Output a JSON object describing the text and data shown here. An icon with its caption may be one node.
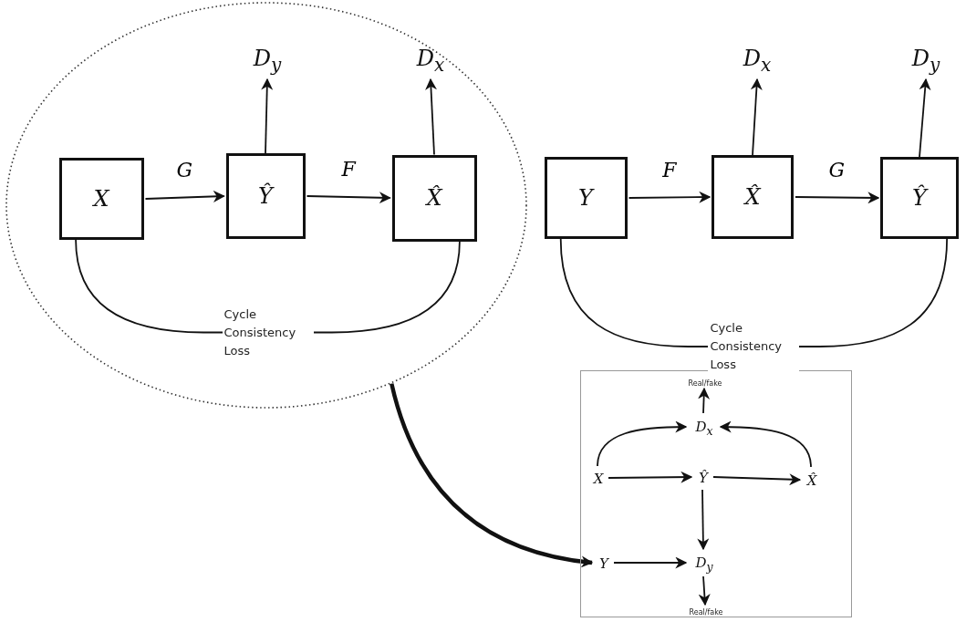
{
  "diagram": {
    "nodes": [
      {
        "text": [],
        "shape": "circle"
      },
      {
        "text": [
          "X"
        ],
        "in": 0
      },
      {
        "text": [
          "Ŷ"
        ],
        "in": 0
      },
      {
        "text": [
          "X̂"
        ],
        "in": 0
      },
      {
        "text": [
          "D$_{y}$"
        ],
        "in": 0
      },
      {
        "text": [
          "D$_{x}$"
        ],
        "in": 0
      },
      {
        "text": [
          "Y"
        ]
      },
      {
        "text": [
          "X̂"
        ]
      },
      {
        "text": [
          "Ŷ"
        ]
      },
      {
        "text": [
          "D$_{x}$"
        ]
      },
      {
        "text": [
          "D$_{y}$"
        ]
      },
      {
        "text": [],
        "shape": "box"
      },
      {
        "text": [
          "Real/fake"
        ],
        "in": 11
      },
      {
        "text": [
          "D$_{x}$"
        ],
        "in": 11
      },
      {
        "text": [
          "X"
        ],
        "in": 11
      },
      {
        "text": [
          "Ŷ"
        ],
        "in": 11
      },
      {
        "text": [
          "X̂"
        ],
        "in": 11
      },
      {
        "text": [
          "Y"
        ],
        "in": 11
      },
      {
        "text": [
          "D$_{y}$"
        ],
        "in": 11
      },
      {
        "text": [
          "Real/fake"
        ],
        "in": 11
      }
    ],
    "edges": [
      {
        "from": 1,
        "to": 2,
        "arrow": "to",
        "label": "G"
      },
      {
        "from": 2,
        "to": 3,
        "arrow": "to",
        "label": "F"
      },
      {
        "from": 2,
        "to": 4,
        "arrow": "to"
      },
      {
        "from": 3,
        "to": 5,
        "arrow": "to"
      },
      {
        "from": 1,
        "to": 3,
        "arrow": "none",
        "label": "Cycle Consistency Loss"
      },
      {
        "from": 6,
        "to": 7,
        "arrow": "to",
        "label": "F"
      },
      {
        "from": 7,
        "to": 8,
        "arrow": "to",
        "label": "G"
      },
      {
        "from": 7,
        "to": 9,
        "arrow": "to"
      },
      {
        "from": 8,
        "to": 10,
        "arrow": "to"
      },
      {
        "from": 6,
        "to": 8,
        "arrow": "none",
        "label": "Cycle Consistency Loss"
      },
      {
        "from": 0,
        "to": 17,
        "arrow": "to",
        "style": "thick"
      },
      {
        "from": 13,
        "to": 12,
        "arrow": "to"
      },
      {
        "from": 14,
        "to": 13,
        "arrow": "to"
      },
      {
        "from": 16,
        "to": 13,
        "arrow": "to"
      },
      {
        "from": 14,
        "to": 15,
        "arrow": "to"
      },
      {
        "from": 15,
        "to": 16,
        "arrow": "to"
      },
      {
        "from": 15,
        "to": 18,
        "arrow": "to"
      },
      {
        "from": 17,
        "to": 18,
        "arrow": "to"
      },
      {
        "from": 18,
        "to": 19,
        "arrow": "to"
      }
    ]
  }
}
